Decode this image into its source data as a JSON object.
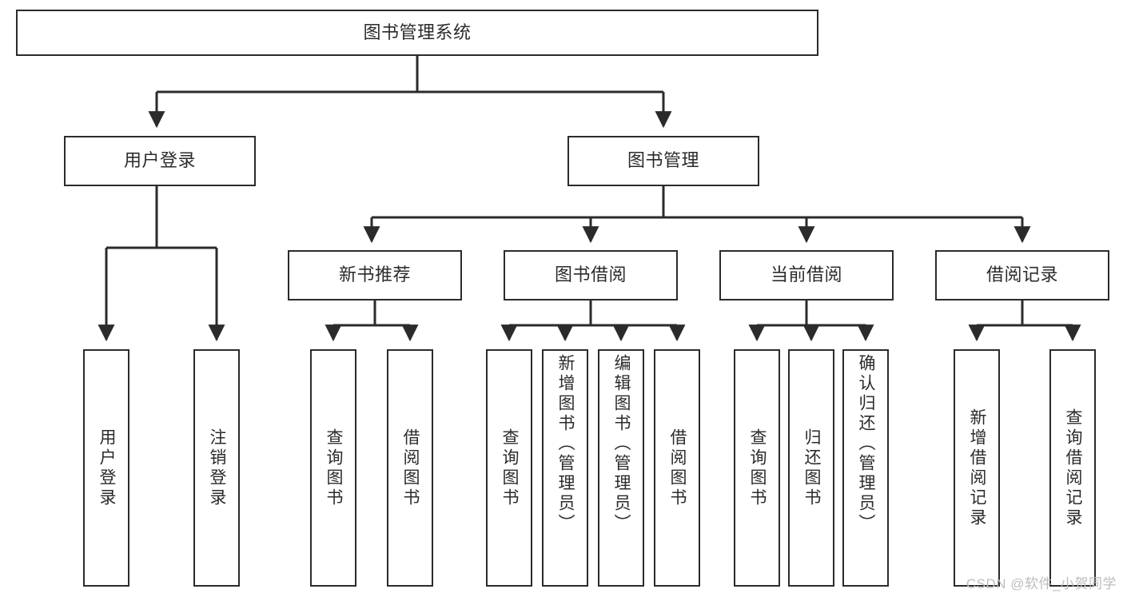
{
  "diagram": {
    "type": "tree-hierarchy",
    "title": "图书管理系统",
    "colors": {
      "box_border": "#2b2b2b",
      "box_fill": "#ffffff",
      "connector": "#2b2b2b",
      "background": "#ffffff",
      "watermark": "#bdbdbd"
    },
    "root": {
      "label": "图书管理系统"
    },
    "level2": [
      {
        "label": "用户登录"
      },
      {
        "label": "图书管理"
      }
    ],
    "level3": [
      {
        "label": "新书推荐"
      },
      {
        "label": "图书借阅"
      },
      {
        "label": "当前借阅"
      },
      {
        "label": "借阅记录"
      }
    ],
    "leaves": {
      "user_login": [
        {
          "label": "用户登录"
        },
        {
          "label": "注销登录"
        }
      ],
      "new_book_recommend": [
        {
          "label": "查询图书"
        },
        {
          "label": "借阅图书"
        }
      ],
      "book_borrow": [
        {
          "label": "查询图书"
        },
        {
          "label": "新增图书（管理员）"
        },
        {
          "label": "编辑图书（管理员）"
        },
        {
          "label": "借阅图书"
        }
      ],
      "current_borrow": [
        {
          "label": "查询图书"
        },
        {
          "label": "归还图书"
        },
        {
          "label": "确认归还（管理员）"
        }
      ],
      "borrow_records": [
        {
          "label": "新增借阅记录"
        },
        {
          "label": "查询借阅记录"
        }
      ]
    }
  },
  "watermark": {
    "text": "CSDN @软件_小贺同学"
  }
}
